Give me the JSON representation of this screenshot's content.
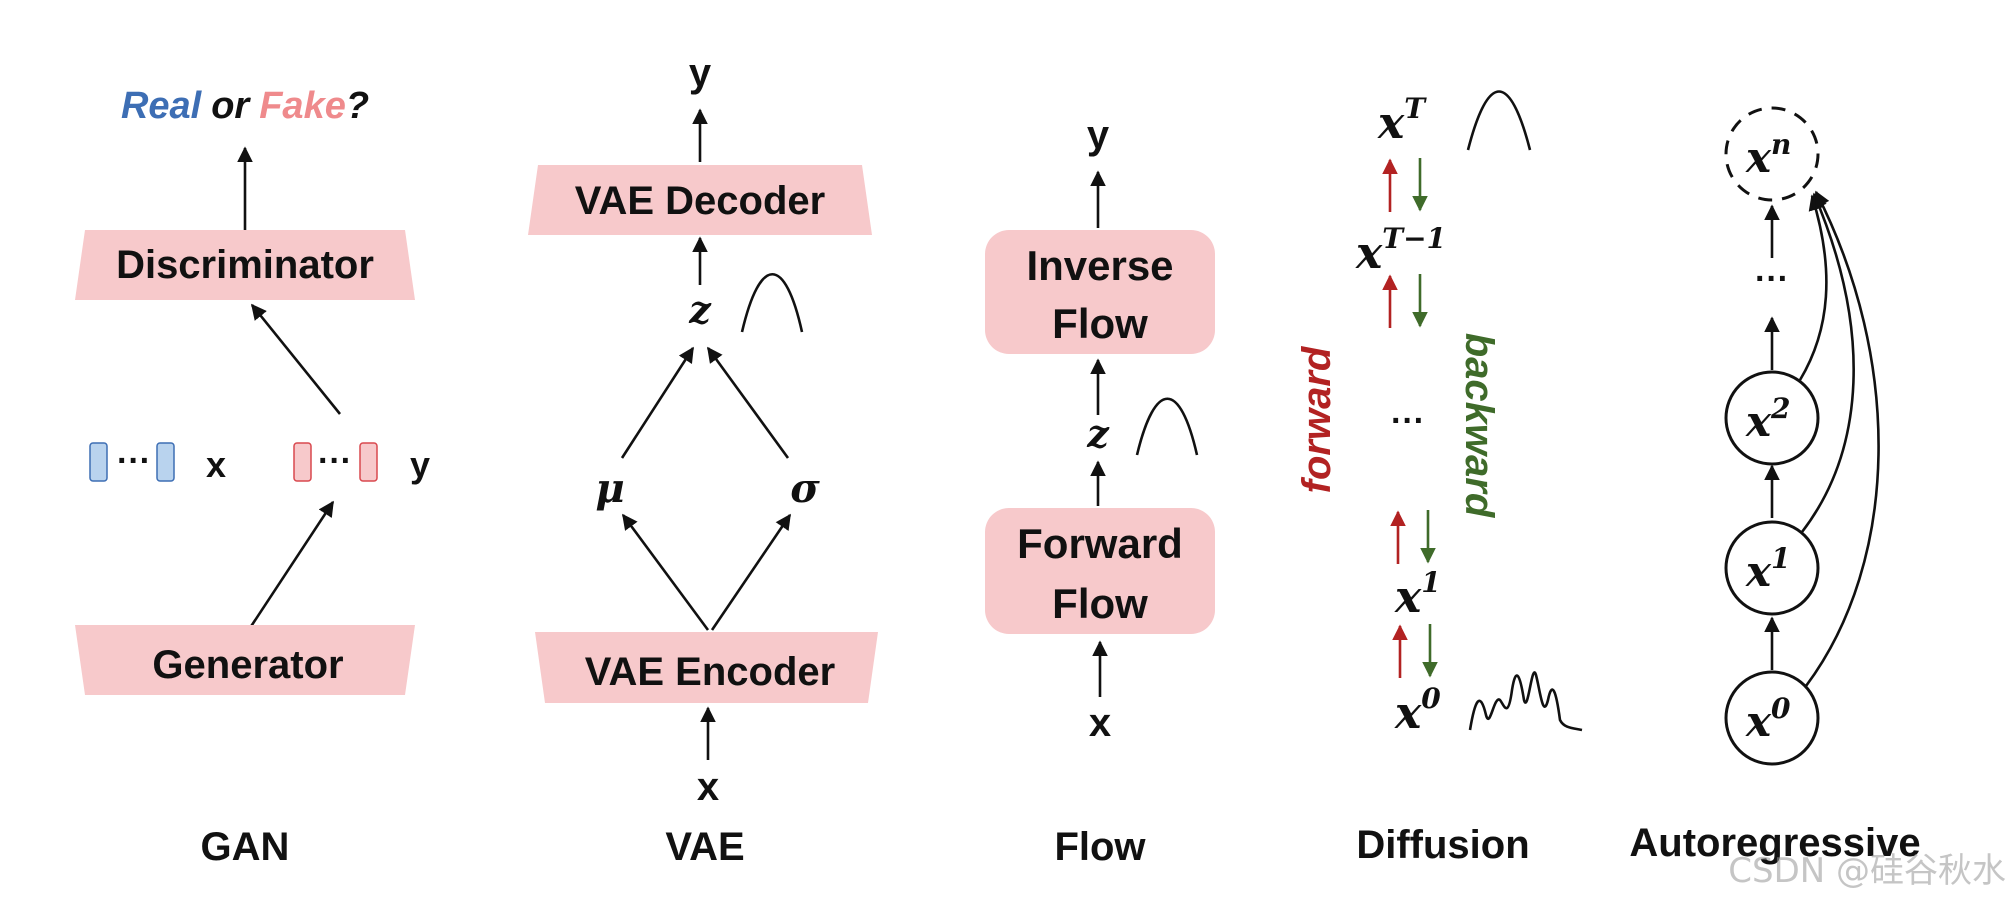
{
  "gan": {
    "caption": "GAN",
    "output_real": "Real",
    "output_or": "or",
    "output_fake": "Fake",
    "output_q": "?",
    "discriminator": "Discriminator",
    "generator": "Generator",
    "dots": "···",
    "x_label": "x",
    "y_label": "y",
    "colors": {
      "real": "#3d6eb4",
      "fake": "#ef8a8c",
      "blue_token": "#b9d3ee",
      "pink_token": "#f7c9cb"
    }
  },
  "vae": {
    "caption": "VAE",
    "y_label": "y",
    "decoder": "VAE Decoder",
    "z_label": "z",
    "mu_label": "μ",
    "sigma_label": "σ",
    "encoder": "VAE Encoder",
    "x_label": "x"
  },
  "flow": {
    "caption": "Flow",
    "y_label": "y",
    "inverse_1": "Inverse",
    "inverse_2": "Flow",
    "z_label": "z",
    "forward_1": "Forward",
    "forward_2": "Flow",
    "x_label": "x"
  },
  "diffusion": {
    "caption": "Diffusion",
    "x_base": "x",
    "sup_T": "T",
    "sup_T1": "T−1",
    "sup_1": "1",
    "sup_0": "0",
    "dots": "···",
    "forward": "forward",
    "backward": "backward",
    "colors": {
      "forward": "#b22222",
      "backward": "#3f6b2a"
    }
  },
  "autoregressive": {
    "caption": "Autoregressive",
    "x_base": "x",
    "sup_n": "n",
    "sup_2": "2",
    "sup_1": "1",
    "sup_0": "0",
    "dots": "···"
  },
  "watermark": "CSDN @硅谷秋水"
}
